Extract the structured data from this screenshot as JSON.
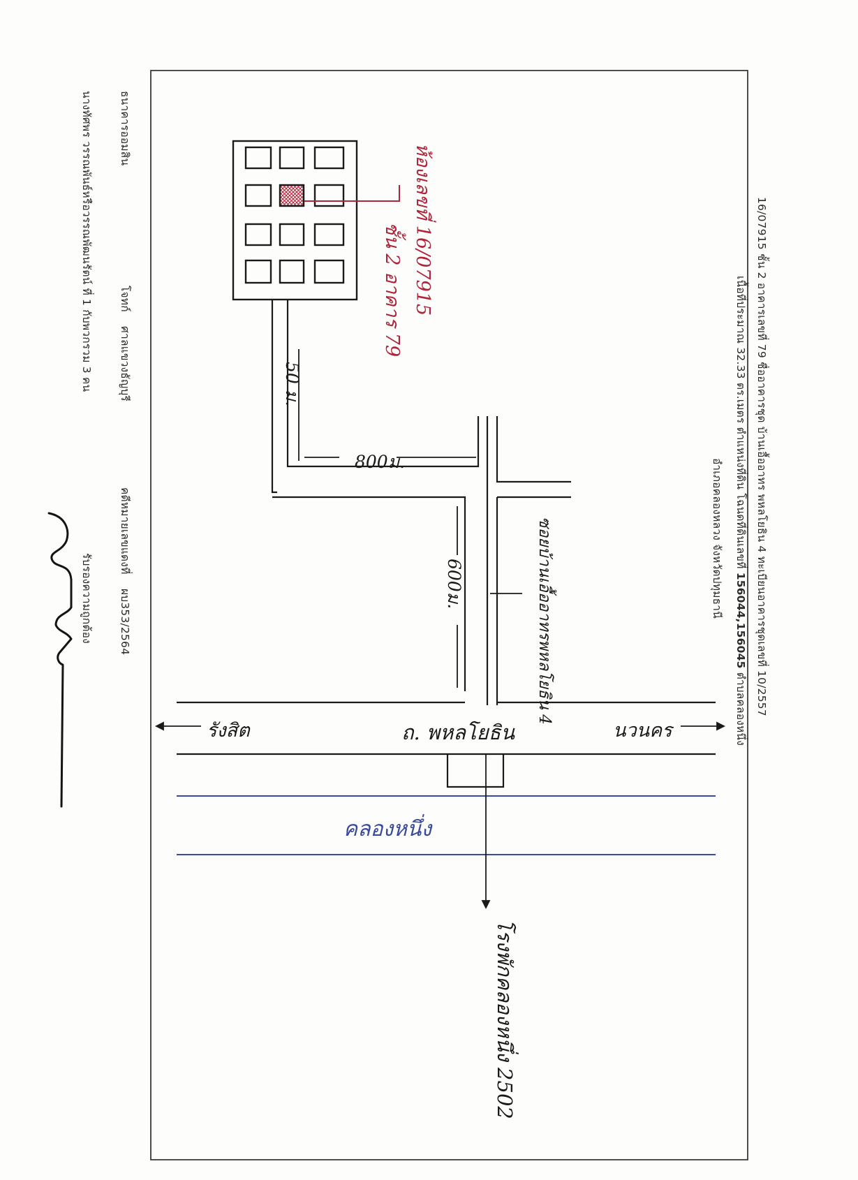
{
  "header": {
    "line1": "16/07915 ชั้น 2 อาคารเลขที่ 79 ชื่ออาคารชุด บ้านเอื้ออาทร พหลโยธิน 4 ทะเบียนอาคารชุดเลขที่ 10/2557",
    "line2_prefix": "เนื้อที่ประมาณ 32.33 ตร.เมตร ตำแหน่งที่ดิน โฉนดที่ดินเลขที่ ",
    "line2_deeds": "156044,156045",
    "line2_suffix": " ตำบลคลองหนึ่ง",
    "line3": "อำเภอคลองหลวง จังหวัดปทุมธานี"
  },
  "footer": {
    "bank": "ธนาคารออมสิน",
    "plaintiff_label": "โจทก์",
    "plaintiff": "ศาลแขวงธัญบุรี",
    "case_label": "คดีหมายเลขแดงที่",
    "case_number": "ผบ353/2564",
    "defendant": "นางทัศพร วรรณพันธ์หรือวรรณพัฒนรัตน์ ที่ 1 กับพวกรวม 3 คน",
    "certify": "รับรองความถูกต้อง"
  },
  "map": {
    "unit_label": "ห้องเลขที่ 16/07915",
    "unit_floor": "ชั้น 2 อาคาร 79",
    "distance_building": "50 ม.",
    "distance_top": "800ม.",
    "distance_mid": "600ม.",
    "soi_label": "ซอยบ้านเอื้ออาทรพหลโยธิน 4",
    "main_road": "ถ. พหลโยธิน",
    "left_direction": "รังสิต",
    "right_direction": "นวนคร",
    "canal": "คลองหนึ่ง",
    "landmark": "โรงพักคลองหนึ่ง 2502",
    "colors": {
      "unit_ink": "#b0243a",
      "canal_ink": "#3a4a9a",
      "pen": "#1a1a1a"
    }
  }
}
